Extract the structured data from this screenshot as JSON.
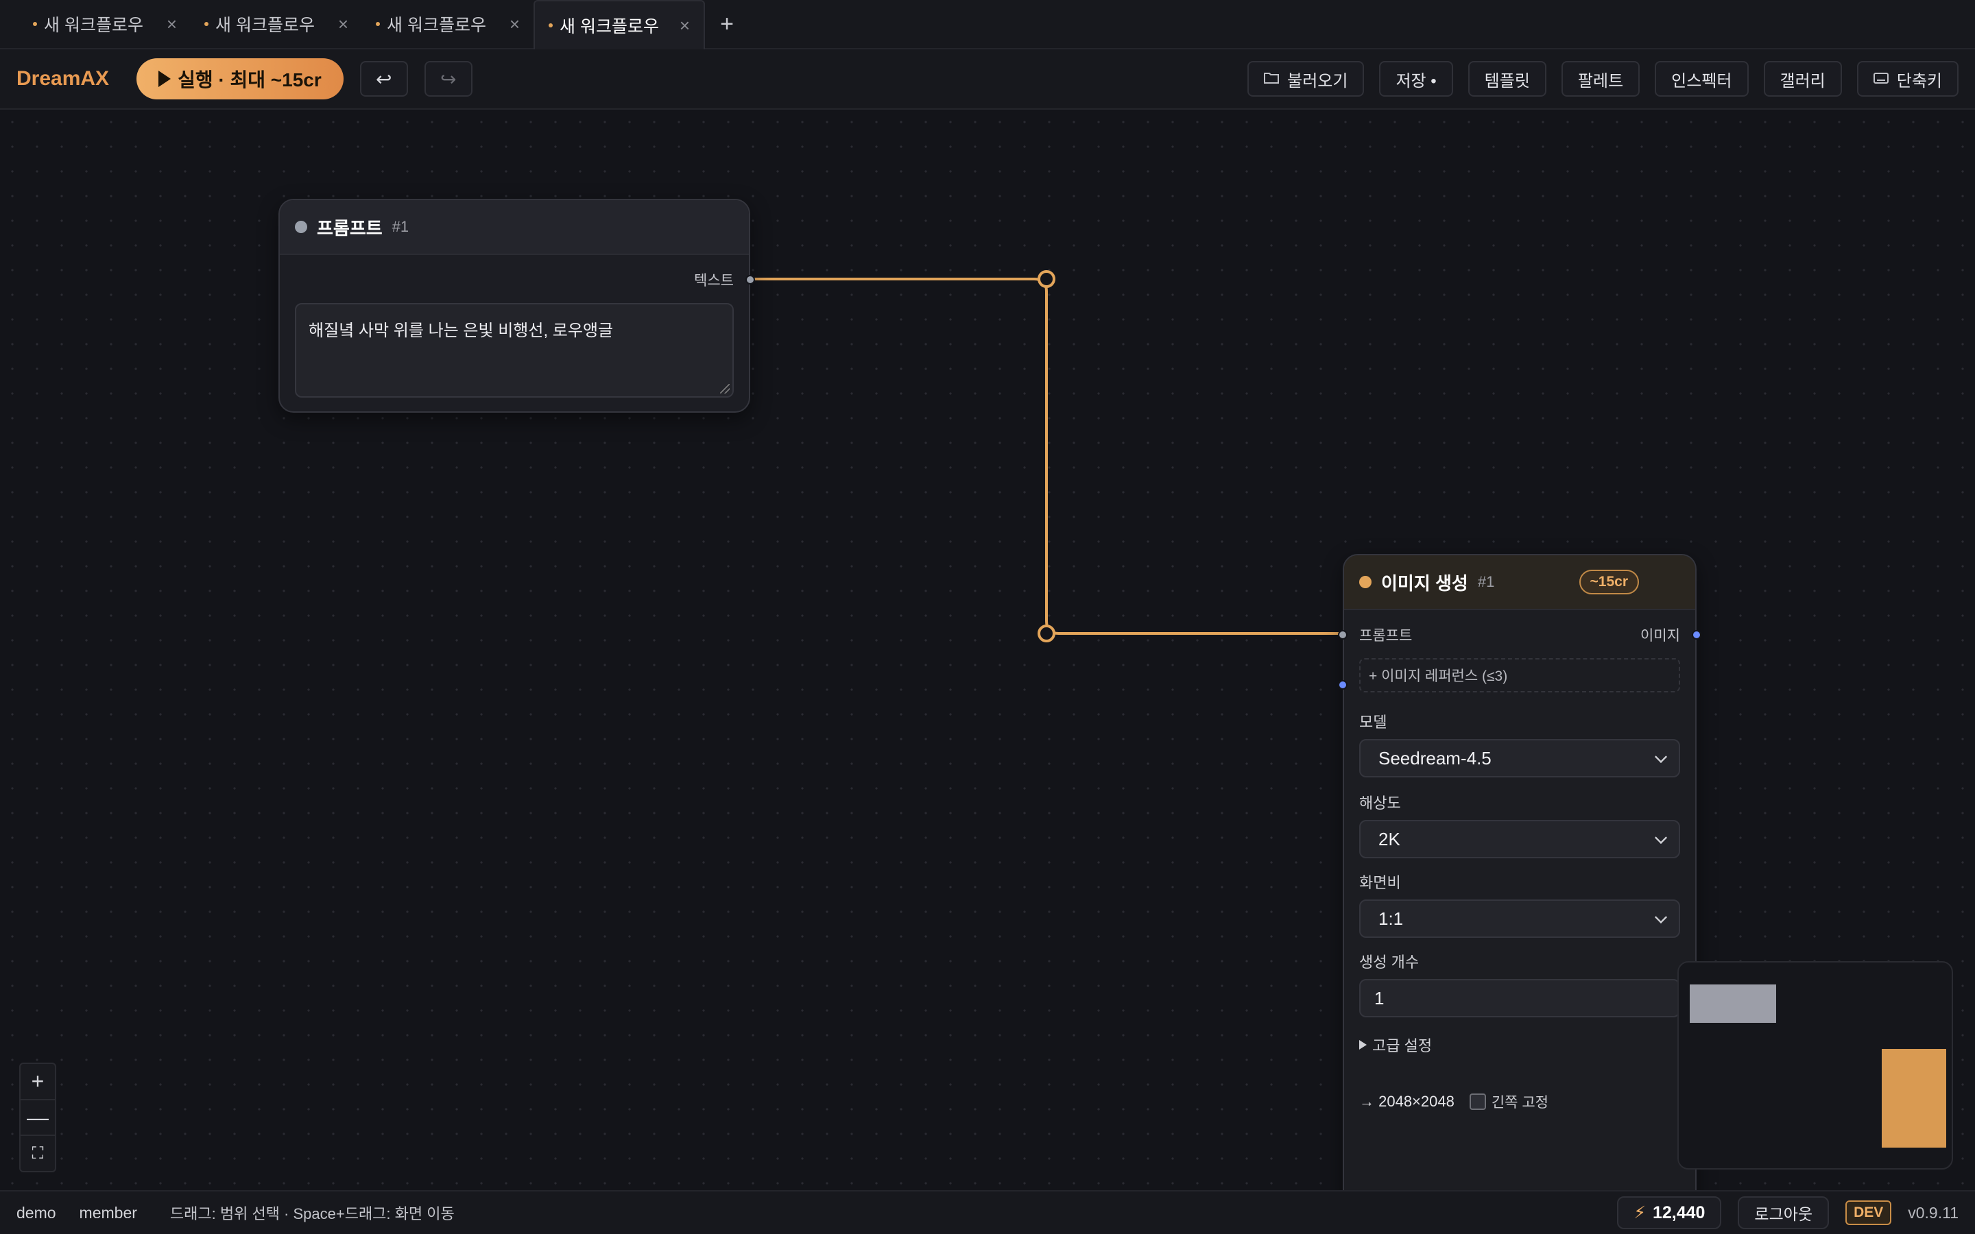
{
  "tabs": [
    {
      "label": "새 워크플로우",
      "close": "×",
      "active": false
    },
    {
      "label": "새 워크플로우",
      "close": "×",
      "active": false
    },
    {
      "label": "새 워크플로우",
      "close": "×",
      "active": false
    },
    {
      "label": "새 워크플로우",
      "close": "×",
      "active": true
    }
  ],
  "tab_add": "+",
  "toolbar": {
    "brand": "DreamAX",
    "run_label": "실행 · 최대 ~15cr",
    "undo_icon": "↩",
    "redo_icon": "↪",
    "load_label": "불러오기",
    "save_label": "저장 •",
    "template_label": "템플릿",
    "palette_label": "팔레트",
    "inspector_label": "인스펙터",
    "gallery_label": "갤러리",
    "shortcuts_label": "단축키"
  },
  "prompt_node": {
    "title": "프롬프트",
    "id": "#1",
    "output_label": "텍스트",
    "text": "해질녘 사막 위를 나는 은빛 비행선, 로우앵글",
    "status_color": "#9aa0ab"
  },
  "image_node": {
    "title": "이미지 생성",
    "id": "#1",
    "cost": "~15cr",
    "status_color": "#e3a55a",
    "input_label": "프롬프트",
    "output_label": "이미지",
    "ref_label": "+ 이미지 레퍼런스 (≤3)",
    "model_label": "모델",
    "model_value": "Seedream-4.5",
    "resolution_label": "해상도",
    "resolution_value": "2K",
    "aspect_label": "화면비",
    "aspect_value": "1:1",
    "count_label": "생성 개수",
    "count_value": "1",
    "advanced_label": "고급 설정",
    "output_size": "→ 2048×2048",
    "lock_label": "긴쪽 고정"
  },
  "zoom": {
    "in": "+",
    "out": "—",
    "fit": "⛶"
  },
  "status": {
    "user": "demo",
    "role": "member",
    "hint": "드래그: 범위 선택 · Space+드래그: 화면 이동",
    "credits": "12,440",
    "logout": "로그아웃",
    "env": "DEV",
    "version": "v0.9.11"
  },
  "colors": {
    "accent": "#e89a52",
    "wire": "#e3a55a",
    "port_out_blue": "#6b8cff"
  }
}
